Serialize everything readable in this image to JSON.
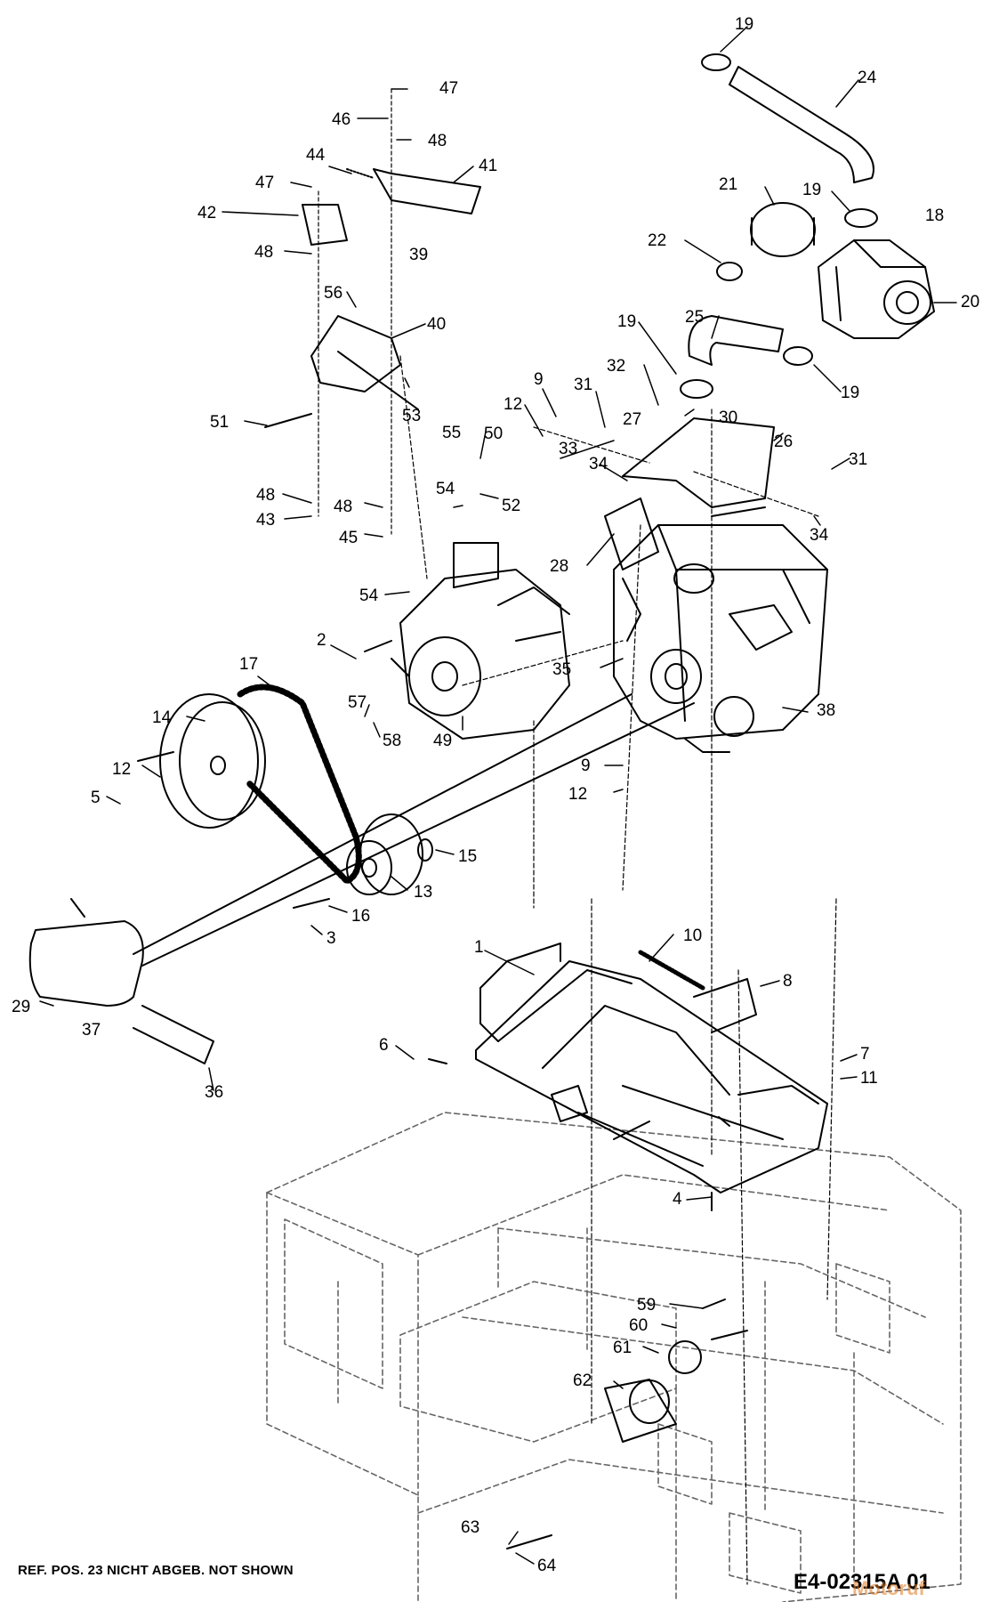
{
  "diagram": {
    "callouts": [
      {
        "n": "47"
      },
      {
        "n": "46"
      },
      {
        "n": "48"
      },
      {
        "n": "44"
      },
      {
        "n": "41"
      },
      {
        "n": "47"
      },
      {
        "n": "42"
      },
      {
        "n": "48"
      },
      {
        "n": "39"
      },
      {
        "n": "56"
      },
      {
        "n": "40"
      },
      {
        "n": "51"
      },
      {
        "n": "53"
      },
      {
        "n": "55"
      },
      {
        "n": "50"
      },
      {
        "n": "54"
      },
      {
        "n": "52"
      },
      {
        "n": "48"
      },
      {
        "n": "43"
      },
      {
        "n": "48"
      },
      {
        "n": "45"
      },
      {
        "n": "54"
      },
      {
        "n": "2"
      },
      {
        "n": "17"
      },
      {
        "n": "57"
      },
      {
        "n": "58"
      },
      {
        "n": "49"
      },
      {
        "n": "14"
      },
      {
        "n": "12"
      },
      {
        "n": "5"
      },
      {
        "n": "15"
      },
      {
        "n": "13"
      },
      {
        "n": "16"
      },
      {
        "n": "3"
      },
      {
        "n": "29"
      },
      {
        "n": "37"
      },
      {
        "n": "36"
      },
      {
        "n": "19"
      },
      {
        "n": "24"
      },
      {
        "n": "21"
      },
      {
        "n": "19"
      },
      {
        "n": "18"
      },
      {
        "n": "22"
      },
      {
        "n": "20"
      },
      {
        "n": "19"
      },
      {
        "n": "25"
      },
      {
        "n": "19"
      },
      {
        "n": "9"
      },
      {
        "n": "32"
      },
      {
        "n": "31"
      },
      {
        "n": "12"
      },
      {
        "n": "27"
      },
      {
        "n": "30"
      },
      {
        "n": "26"
      },
      {
        "n": "33"
      },
      {
        "n": "34"
      },
      {
        "n": "31"
      },
      {
        "n": "34"
      },
      {
        "n": "28"
      },
      {
        "n": "35"
      },
      {
        "n": "38"
      },
      {
        "n": "9"
      },
      {
        "n": "12"
      },
      {
        "n": "10"
      },
      {
        "n": "1"
      },
      {
        "n": "8"
      },
      {
        "n": "6"
      },
      {
        "n": "7"
      },
      {
        "n": "11"
      },
      {
        "n": "4"
      },
      {
        "n": "59"
      },
      {
        "n": "60"
      },
      {
        "n": "61"
      },
      {
        "n": "62"
      },
      {
        "n": "63"
      },
      {
        "n": "64"
      }
    ]
  },
  "footer": {
    "note": "REF. POS. 23  NICHT ABGEB.  NOT SHOWN",
    "code": "E4-02315A 01",
    "watermark": "Motoruf"
  }
}
